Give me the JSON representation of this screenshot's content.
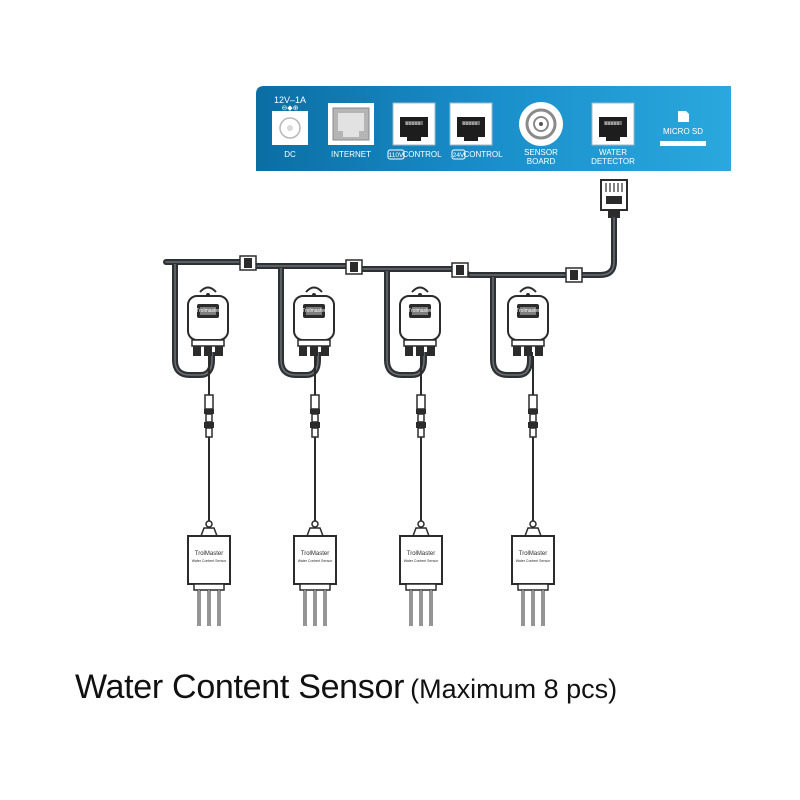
{
  "controller": {
    "dc_rating": "12V–1A",
    "ports": [
      {
        "id": "dc",
        "label": "DC"
      },
      {
        "id": "internet",
        "label": "INTERNET"
      },
      {
        "id": "control-110v",
        "badge": "110V",
        "label": "CONTROL"
      },
      {
        "id": "control-24v",
        "badge": "24V",
        "label": "CONTROL"
      },
      {
        "id": "sensor-board",
        "label_line1": "SENSOR",
        "label_line2": "BOARD"
      },
      {
        "id": "water-detector",
        "label_line1": "WATER",
        "label_line2": "DETECTOR"
      },
      {
        "id": "micro-sd",
        "label": "MICRO SD"
      }
    ]
  },
  "sensors": {
    "hub_brand": "Trolmaster",
    "probe_brand": "TrolMaster",
    "probe_model": "Water Content Sensor",
    "shown_count": 4
  },
  "colors": {
    "panel_dark": "#0b6ea3",
    "panel_light": "#2aa8dd",
    "cable": "#2e3134",
    "device_outline": "#2b2b2b"
  },
  "caption": {
    "main": "Water Content Sensor",
    "sub": "(Maximum 8 pcs)"
  }
}
